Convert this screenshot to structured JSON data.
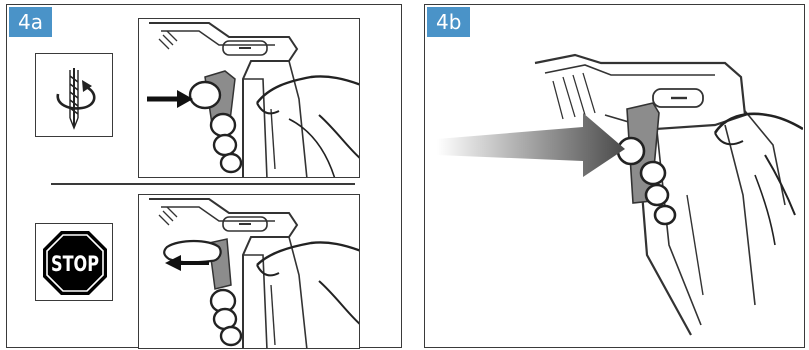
{
  "panel_a": {
    "label": "4a"
  },
  "panel_b": {
    "label": "4b"
  },
  "stop_sign": {
    "text": "STOP",
    "color": "#000000"
  },
  "colors": {
    "badge": "#4a93c8",
    "trigger": "#8c8c8c",
    "line": "#333333"
  }
}
